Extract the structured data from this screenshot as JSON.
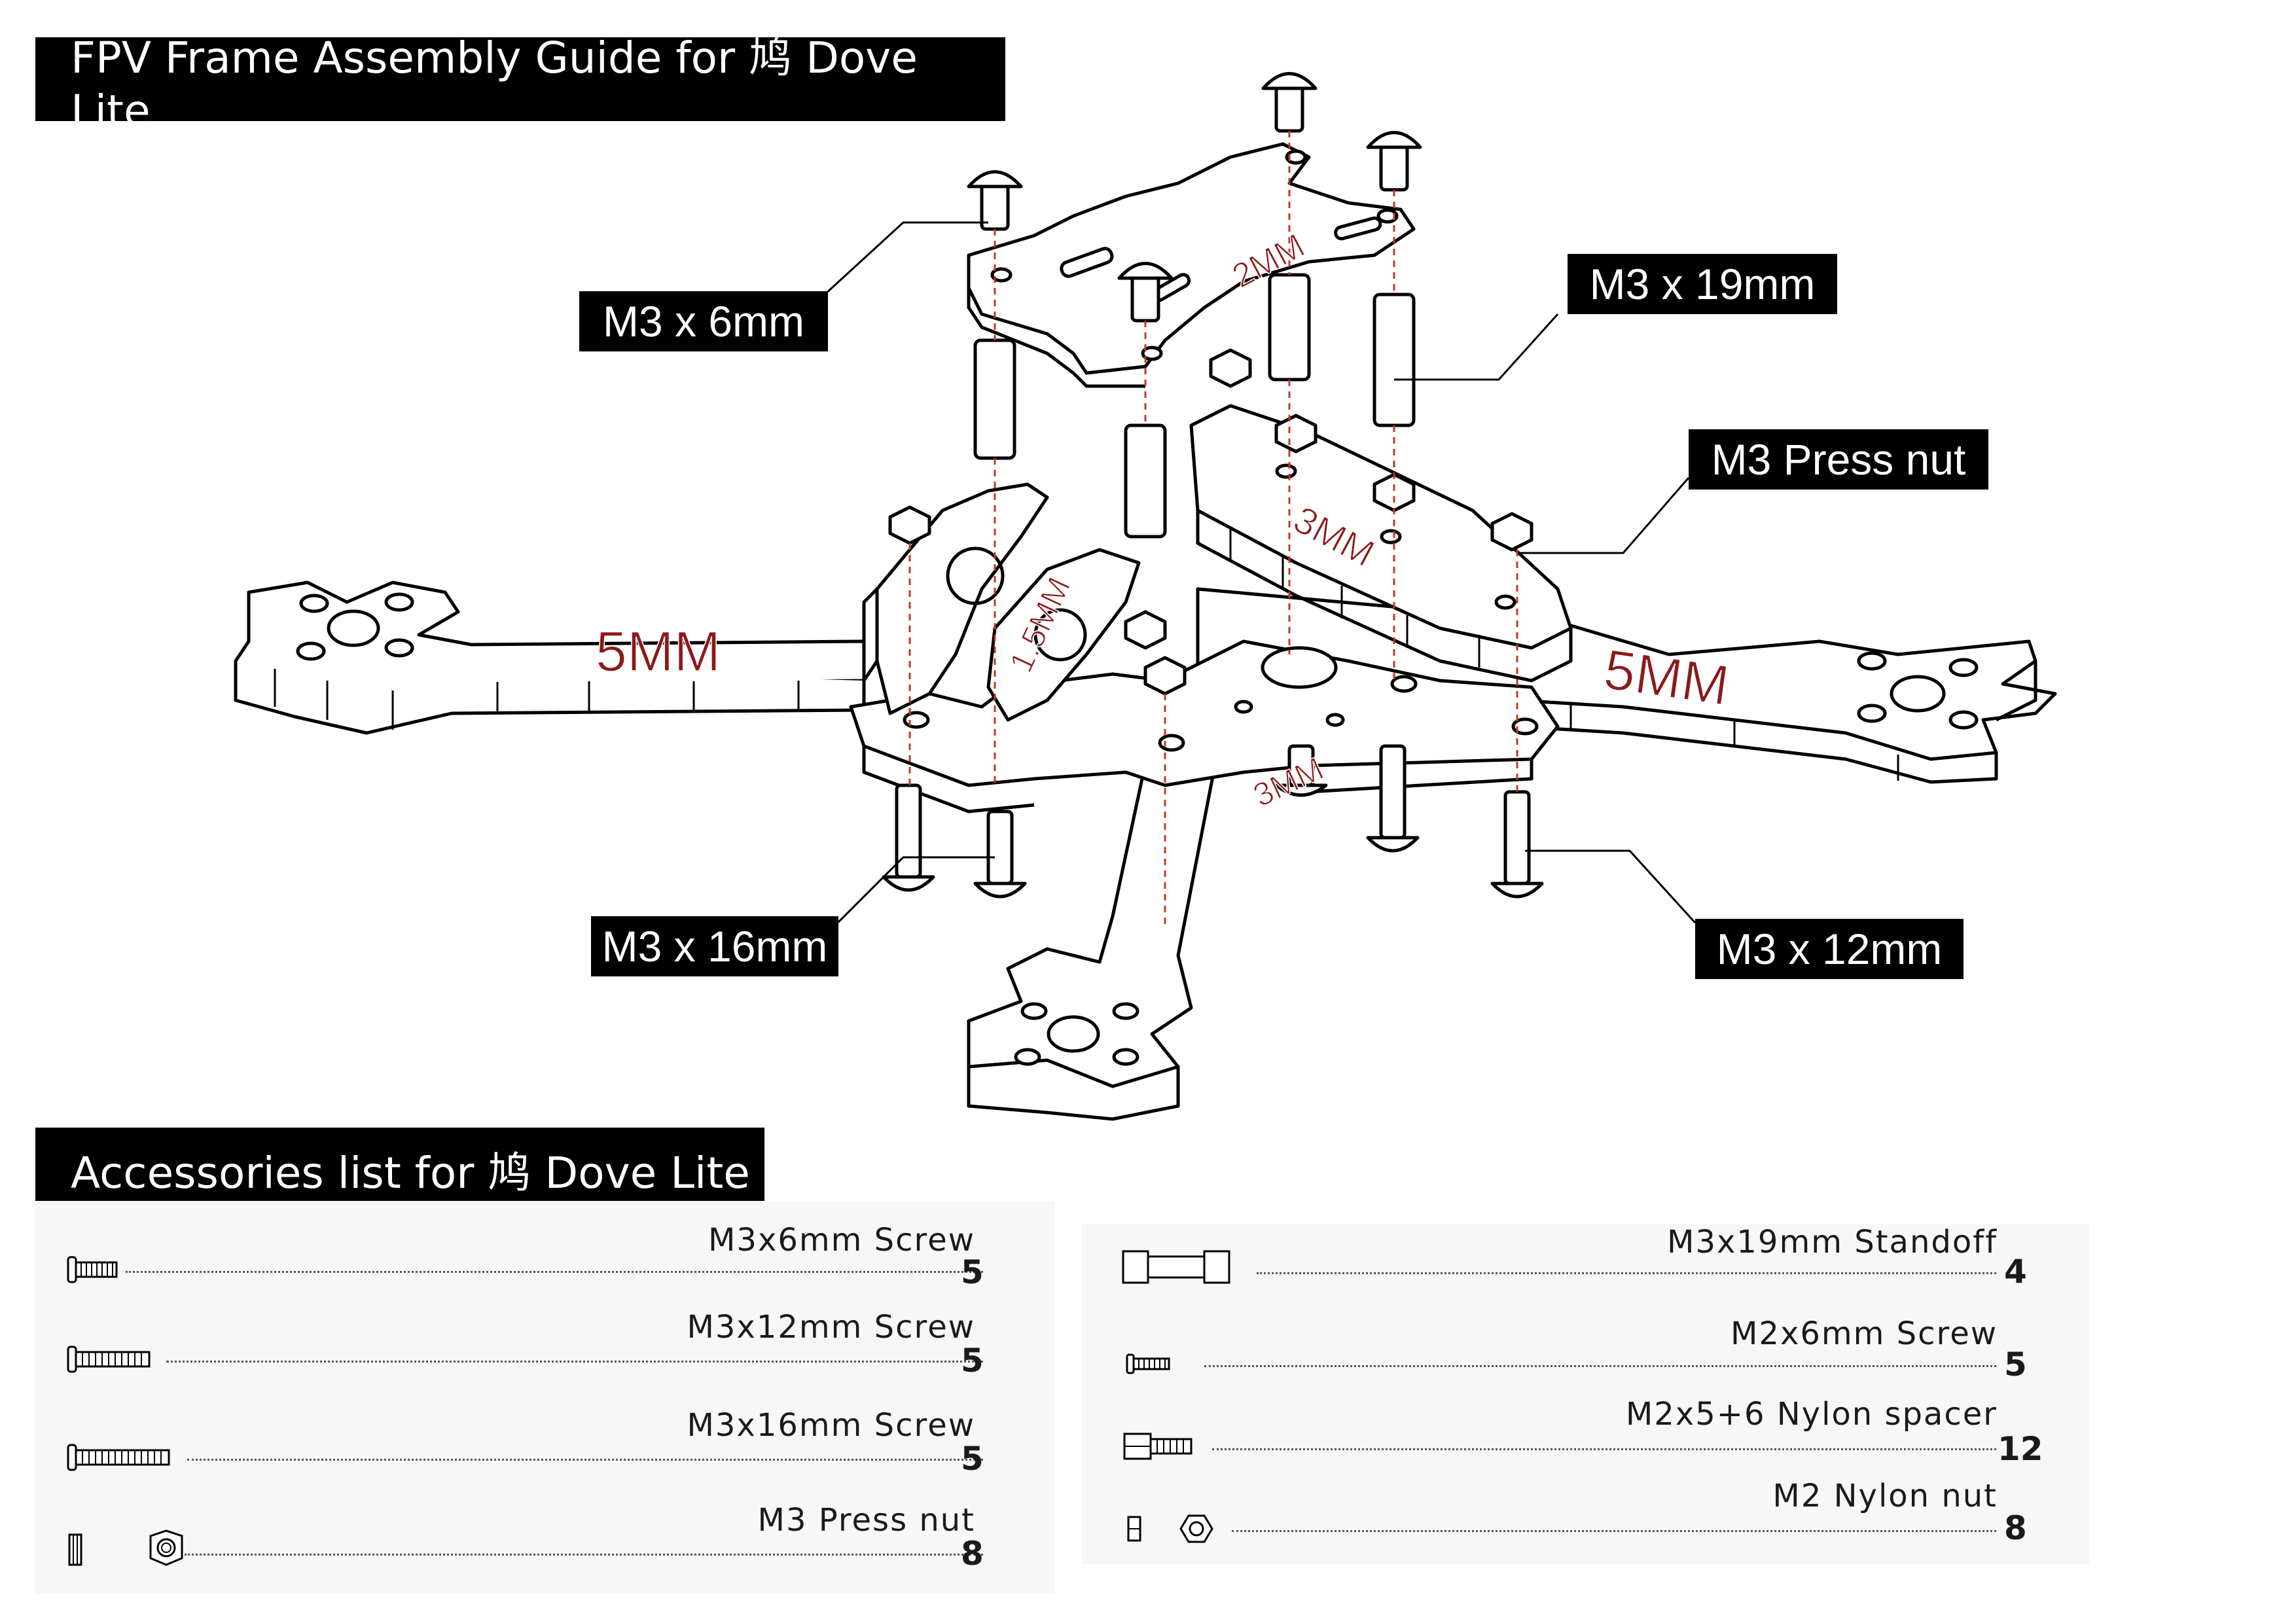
{
  "titles": {
    "assembly": "FPV Frame Assembly Guide for 鸠 Dove Lite",
    "accessories": "Accessories list for 鸠 Dove Lite"
  },
  "callouts": {
    "m3x6": "M3 x 6mm",
    "m3x19": "M3 x 19mm",
    "press_nut": "M3 Press nut",
    "m3x16": "M3 x 16mm",
    "m3x12": "M3 x 12mm"
  },
  "thickness_labels": {
    "arm_left": "5MM",
    "arm_right": "5MM",
    "top_plate": "2MM",
    "side_plate": "1.5MM",
    "mid_plate": "3MM",
    "bottom_plate": "3MM"
  },
  "accessories_left": [
    {
      "name": "M3x6mm Screw",
      "qty": "5",
      "icon": "screw-short-icon"
    },
    {
      "name": "M3x12mm Screw",
      "qty": "5",
      "icon": "screw-medium-icon"
    },
    {
      "name": "M3x16mm Screw",
      "qty": "5",
      "icon": "screw-long-icon"
    },
    {
      "name": "M3 Press nut",
      "qty": "8",
      "icon": "press-nut-icon"
    }
  ],
  "accessories_right": [
    {
      "name": "M3x19mm Standoff",
      "qty": "4",
      "icon": "standoff-icon"
    },
    {
      "name": "M2x6mm Screw",
      "qty": "5",
      "icon": "small-screw-icon"
    },
    {
      "name": "M2x5+6 Nylon spacer",
      "qty": "12",
      "icon": "nylon-spacer-icon"
    },
    {
      "name": "M2 Nylon nut",
      "qty": "8",
      "icon": "nylon-nut-icon"
    }
  ],
  "colors": {
    "label_red": "#8b1a1a",
    "dash_red": "#c0392b",
    "panel_bg": "#f7f7f7"
  }
}
